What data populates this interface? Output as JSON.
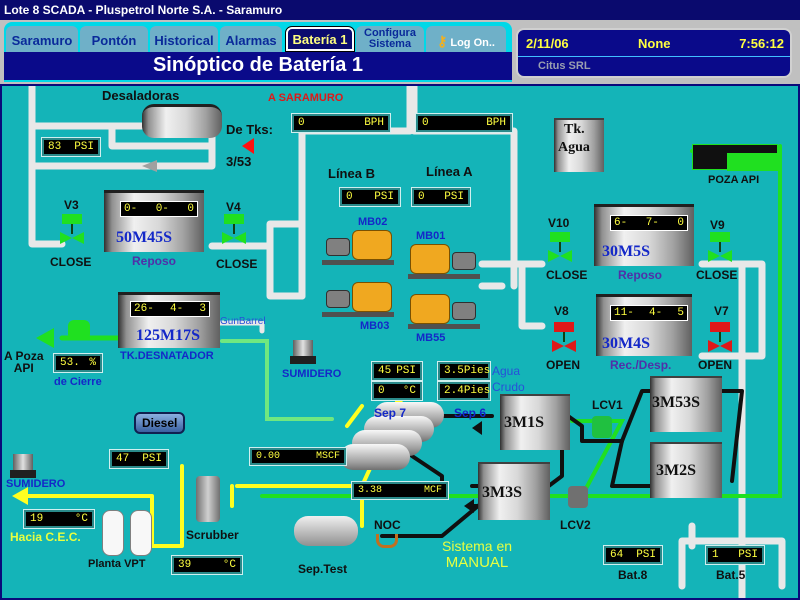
{
  "window_title": "Lote 8 SCADA - Pluspetrol Norte S.A. - Saramuro",
  "tabs": [
    {
      "label": "Saramuro",
      "active": false
    },
    {
      "label": "Pontón",
      "active": false
    },
    {
      "label": "Historical",
      "active": false
    },
    {
      "label": "Alarmas",
      "active": false
    },
    {
      "label": "Batería 1",
      "active": true
    },
    {
      "label": "Configura Sistema",
      "line1": "Configura",
      "line2": "Sistema",
      "active": false
    },
    {
      "label": "Log On..",
      "icon": "keys-icon",
      "active": false
    }
  ],
  "page_title": "Sinóptico de Batería 1",
  "status_panel": {
    "date": "2/11/06",
    "user": "None",
    "time": "7:56:12",
    "company": "Citus SRL"
  },
  "desaladoras": {
    "label": "Desaladoras",
    "pressure": {
      "value": "83",
      "unit": "PSI"
    },
    "from_tanks_label": "De Tks:",
    "from_tanks_value": "3/53"
  },
  "a_saramuro_label": "A SARAMURO",
  "lines": [
    {
      "name": "Línea B",
      "flow": {
        "value": "0",
        "unit": "BPH"
      },
      "pressure": {
        "value": "0",
        "unit": "PSI"
      }
    },
    {
      "name": "Línea A",
      "flow": {
        "value": "0",
        "unit": "BPH"
      },
      "pressure": {
        "value": "0",
        "unit": "PSI"
      }
    }
  ],
  "pumps": [
    {
      "name": "MB02"
    },
    {
      "name": "MB01"
    },
    {
      "name": "MB03"
    },
    {
      "name": "MB55"
    }
  ],
  "tanks": {
    "t50M45S": {
      "name": "50M45S",
      "level": [
        "0-",
        "0-",
        "0"
      ],
      "status": "Reposo"
    },
    "t30M5S": {
      "name": "30M5S",
      "level": [
        "6-",
        "7-",
        "0"
      ],
      "status": "Reposo"
    },
    "t30M4S": {
      "name": "30M4S",
      "level": [
        "11-",
        "4-",
        "5"
      ],
      "status": "Rec./Desp."
    },
    "t125M17S": {
      "name": "125M17S",
      "level": [
        "26-",
        "4-",
        "3"
      ],
      "status": "TK.DESNATADOR",
      "gun_barrel_label": "GunBarrel"
    },
    "tk_agua": {
      "line1": "Tk.",
      "line2": "Agua"
    },
    "t3M1S": {
      "name": "3M1S"
    },
    "t3M3S": {
      "name": "3M3S"
    },
    "t3M53S": {
      "name": "3M53S"
    },
    "t3M2S": {
      "name": "3M2S"
    }
  },
  "valves": [
    {
      "name": "V3",
      "state": "CLOSE",
      "color": "#20e020"
    },
    {
      "name": "V4",
      "state": "CLOSE",
      "color": "#20e020"
    },
    {
      "name": "V10",
      "state": "CLOSE",
      "color": "#20e020"
    },
    {
      "name": "V9",
      "state": "CLOSE",
      "color": "#20e020"
    },
    {
      "name": "V8",
      "state": "OPEN",
      "color": "#e01818"
    },
    {
      "name": "V7",
      "state": "OPEN",
      "color": "#e01818"
    }
  ],
  "poza_api": {
    "label": "POZA API"
  },
  "a_poza_api": {
    "label_line1": "A Poza",
    "label_line2": "API",
    "closure": {
      "value": "53.",
      "unit": "%"
    },
    "closure_label": "de Cierre"
  },
  "diesel_button": "Diesel",
  "sumideros": [
    {
      "label": "SUMIDERO"
    },
    {
      "label": "SUMIDERO"
    }
  ],
  "separators": {
    "sep7": {
      "label": "Sep 7",
      "pressure": {
        "value": "45",
        "unit": "PSI"
      },
      "temp": {
        "value": "0",
        "unit": "°C"
      }
    },
    "sep6": {
      "label": "Sep 6",
      "agua": {
        "value": "3.5",
        "unit": "Pies"
      },
      "crudo": {
        "value": "2.4",
        "unit": "Pies"
      }
    },
    "agua_label": "Agua",
    "crudo_label": "Crudo"
  },
  "gas": {
    "mscf": {
      "value": "0.00",
      "unit": "MSCF"
    },
    "mcf": {
      "value": "3.38",
      "unit": "MCF"
    },
    "scrubber_pressure": {
      "value": "47",
      "unit": "PSI"
    },
    "scrubber_label": "Scrubber",
    "vpt_label": "Planta VPT",
    "vpt_temp": {
      "value": "39",
      "unit": "°C"
    },
    "cec_temp": {
      "value": "19",
      "unit": "°C"
    },
    "cec_label": "Hacia C.E.C."
  },
  "sep_test_label": "Sep.Test",
  "noc_label": "NOC",
  "lcv": [
    {
      "name": "LCV1"
    },
    {
      "name": "LCV2"
    }
  ],
  "system_mode": {
    "line1": "Sistema en",
    "line2": "MANUAL"
  },
  "batteries": [
    {
      "name": "Bat.8",
      "pressure": {
        "value": "64",
        "unit": "PSI"
      }
    },
    {
      "name": "Bat.5",
      "pressure": {
        "value": "1",
        "unit": "PSI"
      }
    }
  ],
  "colors": {
    "background": "#14b4b8",
    "header": "#0a0a8a",
    "display_text": "#ffff40",
    "gas_line": "#ffff20",
    "water_line": "#20e020",
    "label_blue": "#1428c8"
  }
}
